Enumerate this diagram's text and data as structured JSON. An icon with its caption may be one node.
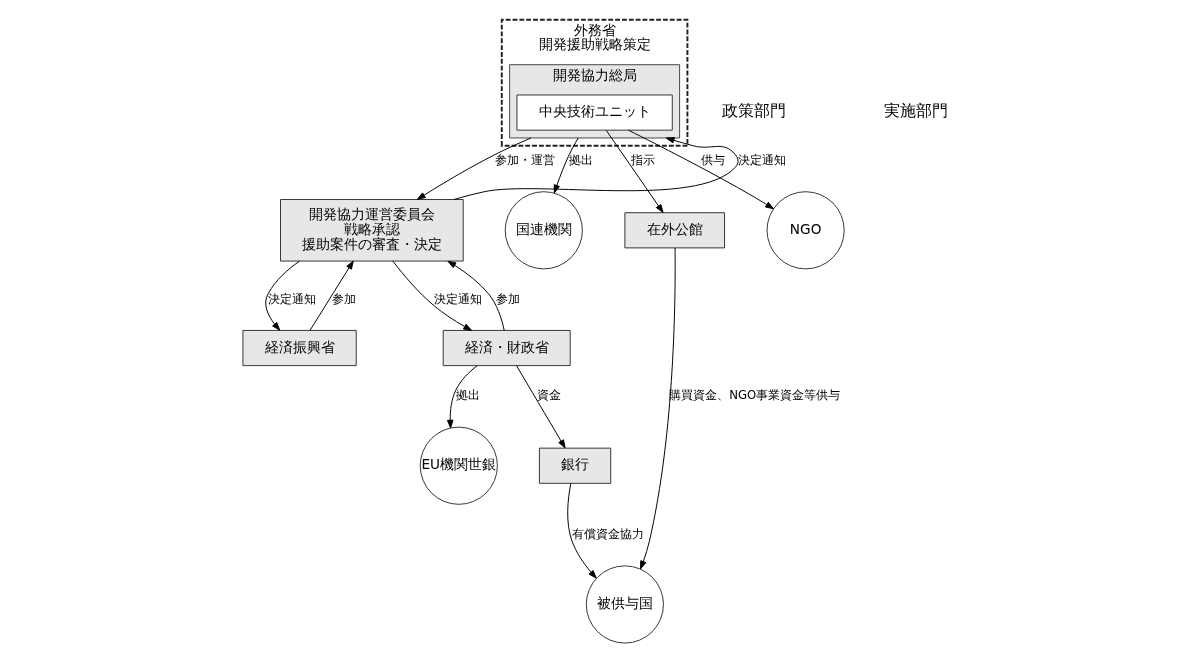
{
  "diagram": {
    "nodes": [
      {
        "text": [
          "外務省",
          "開発援助戦略策定"
        ]
      },
      {
        "text": [
          "開発協力総局"
        ],
        "in": 0
      },
      {
        "text": [
          "中央技術ユニット"
        ],
        "in": 1
      },
      {
        "text": [
          "開発協力運営委員会",
          "戦略承認",
          "援助案件の審査・決定"
        ]
      },
      {
        "text": [
          "国連機関"
        ]
      },
      {
        "text": [
          "経済振興省"
        ]
      },
      {
        "text": [
          "経済・財政省"
        ]
      },
      {
        "text": [
          "在外公館"
        ]
      },
      {
        "text": [
          "EU機関世銀"
        ]
      },
      {
        "text": [
          "NGO"
        ]
      },
      {
        "text": [
          "被供与国"
        ]
      },
      {
        "text": [
          "銀行"
        ]
      }
    ],
    "edges": [
      {
        "from": 1,
        "to": 3,
        "arrow": "to",
        "label": "参加・運営"
      },
      {
        "from": 3,
        "to": 1,
        "arrow": "to",
        "label": "決定通知"
      },
      {
        "from": 1,
        "to": 4,
        "arrow": "to",
        "label": "拠出"
      },
      {
        "from": 2,
        "to": 7,
        "arrow": "to",
        "label": "指示"
      },
      {
        "from": 2,
        "to": 9,
        "arrow": "to",
        "label": "供与"
      },
      {
        "from": 3,
        "to": 5,
        "arrow": "to",
        "label": "決定通知"
      },
      {
        "from": 5,
        "to": 3,
        "arrow": "to",
        "label": "参加"
      },
      {
        "from": 3,
        "to": 6,
        "arrow": "to",
        "label": "決定通知"
      },
      {
        "from": 6,
        "to": 3,
        "arrow": "to",
        "label": "参加"
      },
      {
        "from": 6,
        "to": 8,
        "arrow": "to",
        "label": "拠出"
      },
      {
        "from": 6,
        "to": 11,
        "arrow": "to",
        "label": "資金"
      },
      {
        "from": 7,
        "to": 10,
        "arrow": "to",
        "label": "購買資金、NGO事業資金等供与"
      },
      {
        "from": 11,
        "to": 10,
        "arrow": "to",
        "label": "有償資金協力"
      }
    ],
    "labels": [
      "政策部門",
      "実施部門"
    ]
  }
}
